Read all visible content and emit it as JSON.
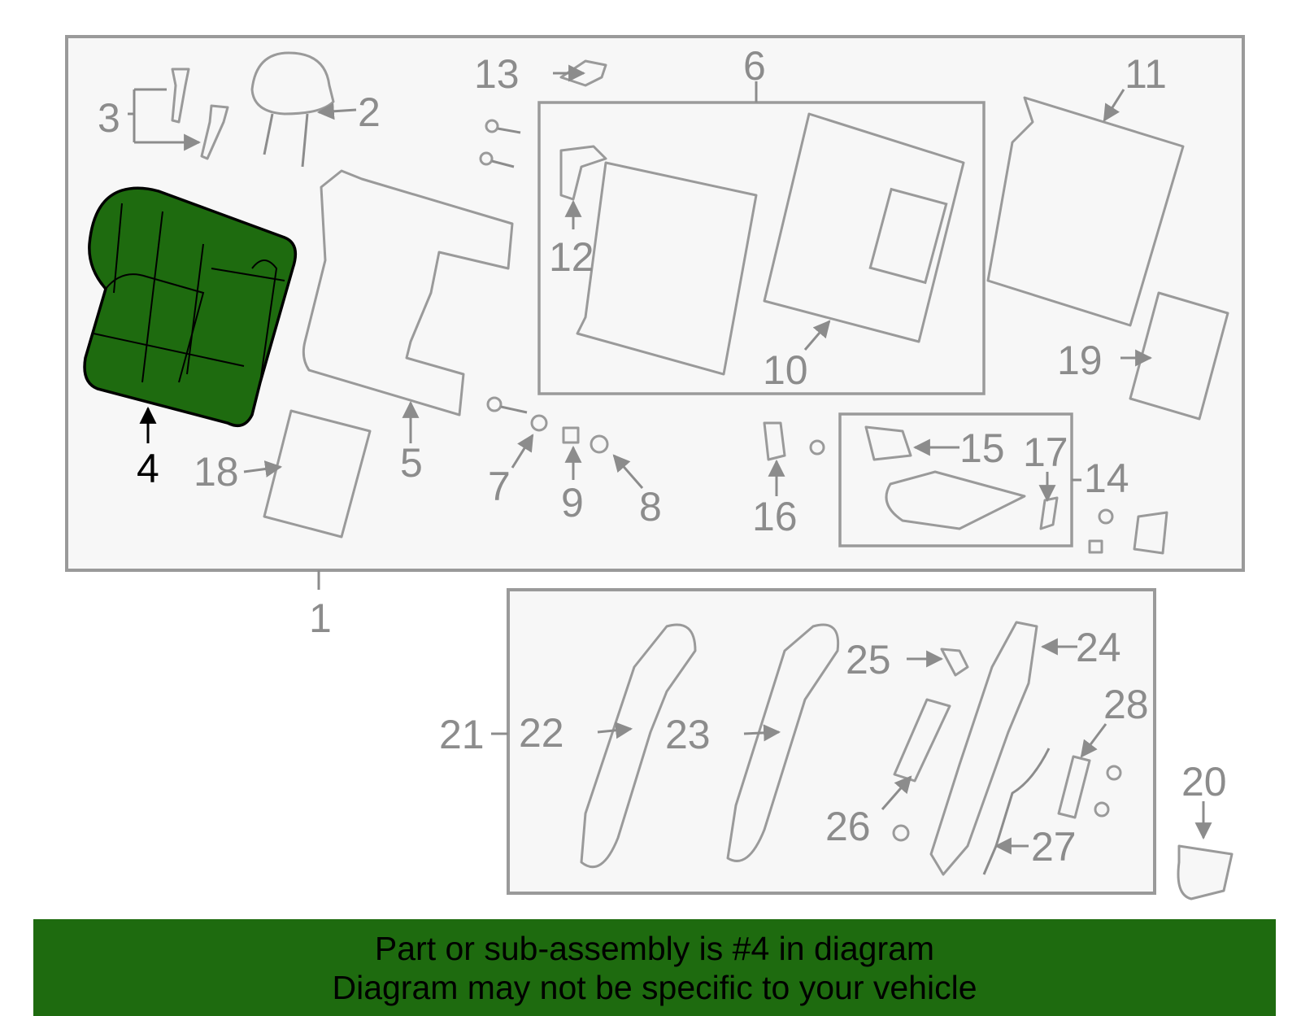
{
  "diagram": {
    "highlighted_part": "4",
    "callouts": [
      "1",
      "2",
      "3",
      "4",
      "5",
      "6",
      "7",
      "8",
      "9",
      "10",
      "11",
      "12",
      "13",
      "14",
      "15",
      "16",
      "17",
      "18",
      "19",
      "20",
      "21",
      "22",
      "23",
      "24",
      "25",
      "26",
      "27",
      "28"
    ]
  },
  "banner": {
    "line1": "Part or sub-assembly is #4 in diagram",
    "line2": "Diagram may not be specific to your vehicle"
  },
  "colors": {
    "highlight": "#1e6b0f",
    "line": "#9a9a9a",
    "background": "#f7f7f7"
  }
}
